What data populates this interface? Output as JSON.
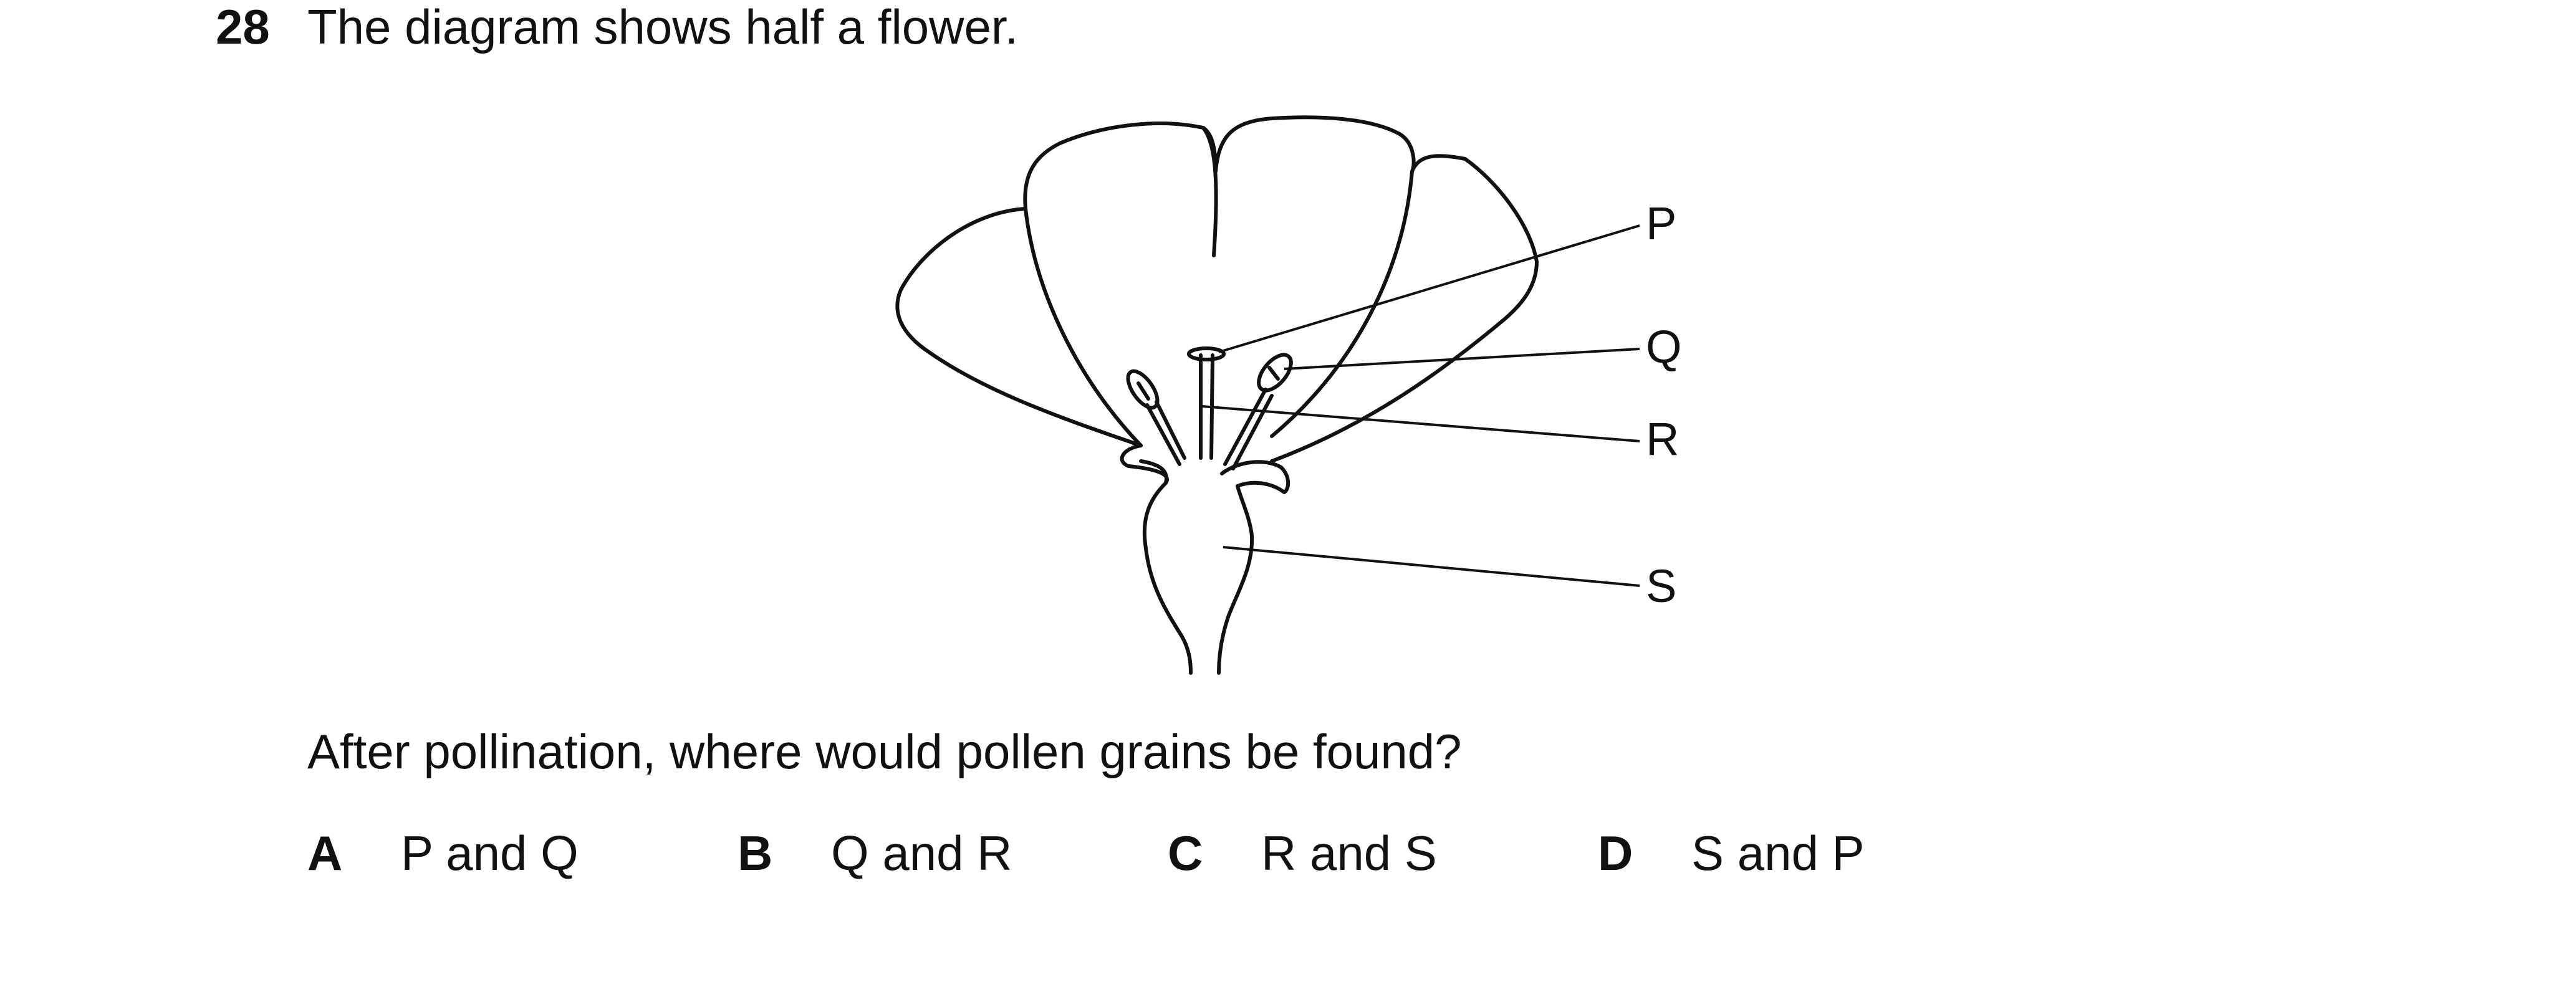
{
  "question": {
    "number": "28",
    "text": "The diagram shows half a flower.",
    "prompt": "After pollination, where would pollen grains be found?"
  },
  "diagram": {
    "labels": [
      "P",
      "Q",
      "R",
      "S"
    ]
  },
  "options": [
    {
      "letter": "A",
      "text": "P and Q"
    },
    {
      "letter": "B",
      "text": "Q and R"
    },
    {
      "letter": "C",
      "text": "R and S"
    },
    {
      "letter": "D",
      "text": "S and P"
    }
  ]
}
